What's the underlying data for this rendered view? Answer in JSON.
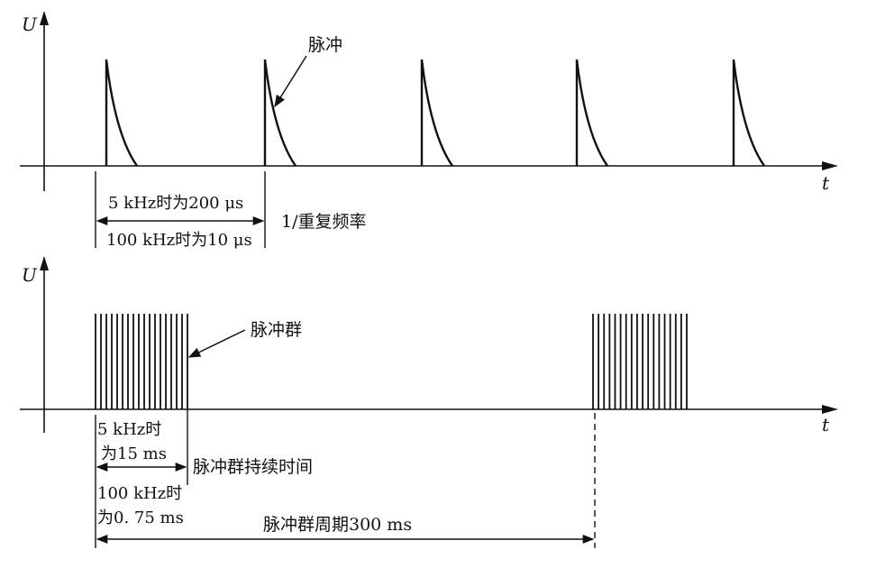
{
  "top_chart": {
    "y_axis_label": "U",
    "x_axis_label": "t",
    "pulse_label": "脉冲",
    "period_label_5khz": "5 kHz时为200 μs",
    "period_label_100khz": "100 kHz时为10 μs",
    "period_caption": "1/重复频率"
  },
  "bottom_chart": {
    "y_axis_label": "U",
    "x_axis_label": "t",
    "burst_label": "脉冲群",
    "duration_5khz_line1": "5 kHz时",
    "duration_5khz_line2": "为15 ms",
    "duration_caption": "脉冲群持续时间",
    "duration_100khz_line1": "100 kHz时",
    "duration_100khz_line2": "为0. 75 ms",
    "burst_period_label": "脉冲群周期300 ms"
  },
  "colors": {
    "ink": "#111111",
    "background": "#ffffff"
  }
}
